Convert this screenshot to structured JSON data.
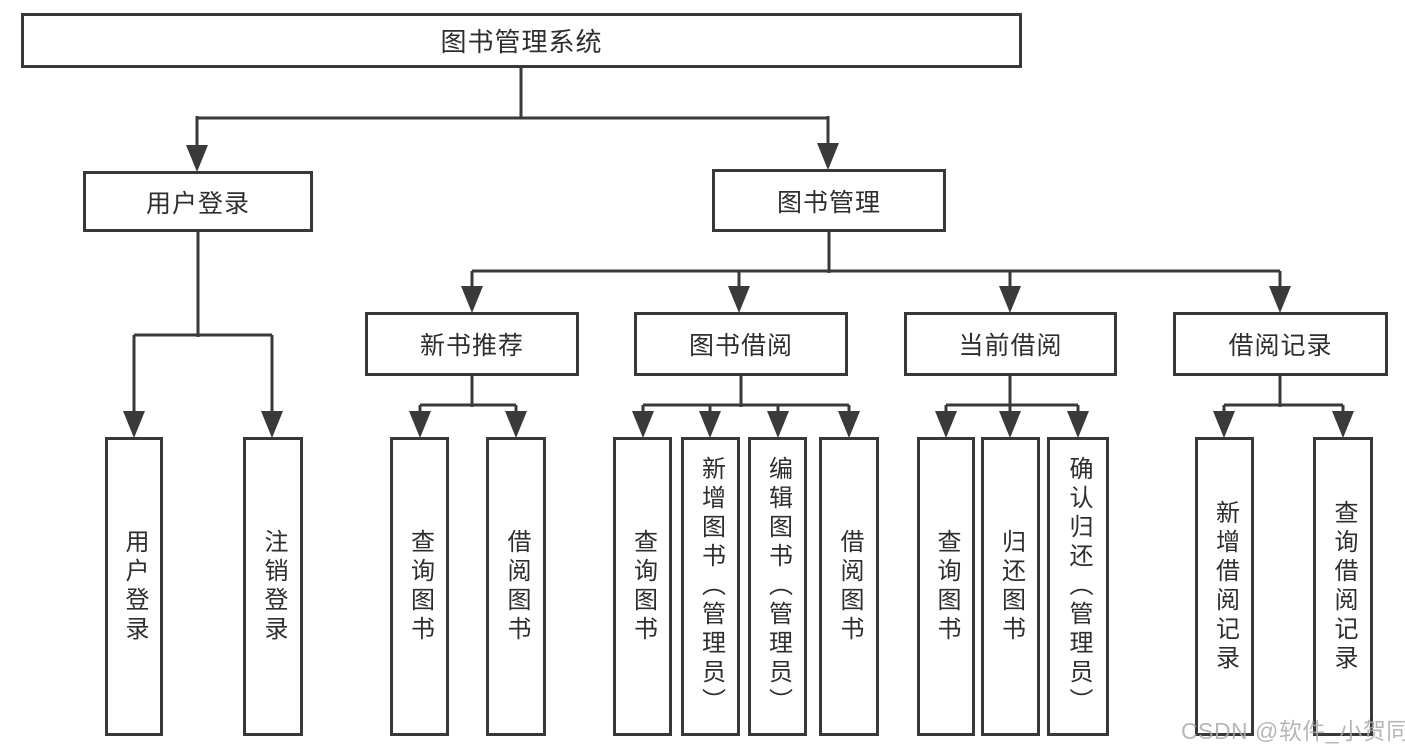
{
  "tree": {
    "root": {
      "label": "图书管理系统",
      "children": [
        {
          "label": "用户登录",
          "children": [
            {
              "label": "用户登录"
            },
            {
              "label": "注销登录"
            }
          ]
        },
        {
          "label": "图书管理",
          "children": [
            {
              "label": "新书推荐",
              "children": [
                {
                  "label": "查询图书"
                },
                {
                  "label": "借阅图书"
                }
              ]
            },
            {
              "label": "图书借阅",
              "children": [
                {
                  "label": "查询图书"
                },
                {
                  "label": "新增图书（管理员）"
                },
                {
                  "label": "编辑图书（管理员）"
                },
                {
                  "label": "借阅图书"
                }
              ]
            },
            {
              "label": "当前借阅",
              "children": [
                {
                  "label": "查询图书"
                },
                {
                  "label": "归还图书"
                },
                {
                  "label": "确认归还（管理员）"
                }
              ]
            },
            {
              "label": "借阅记录",
              "children": [
                {
                  "label": "新增借阅记录"
                },
                {
                  "label": "查询借阅记录"
                }
              ]
            }
          ]
        }
      ]
    }
  },
  "watermark": {
    "text": "CSDN @软件_小贺同学"
  },
  "colors": {
    "line": "#3a3a3a",
    "box_border": "#383838",
    "text": "#2e2e2e",
    "watermark": "#a9abad",
    "background": "#ffffff"
  }
}
